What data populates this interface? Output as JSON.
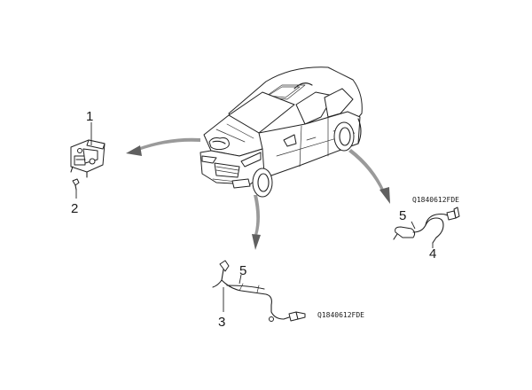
{
  "callouts": {
    "abs_module": "1",
    "bracket_bolt": "2",
    "front_sensor": "3",
    "rear_sensor": "4",
    "front_harness": "5",
    "rear_harness": "5"
  },
  "part_codes": {
    "rear_connector": "Q1840612FDE",
    "front_connector": "Q1840612FDE"
  },
  "colors": {
    "line": "#222222",
    "arrow_body": "#9a9a9a",
    "arrow_head": "#606060"
  }
}
